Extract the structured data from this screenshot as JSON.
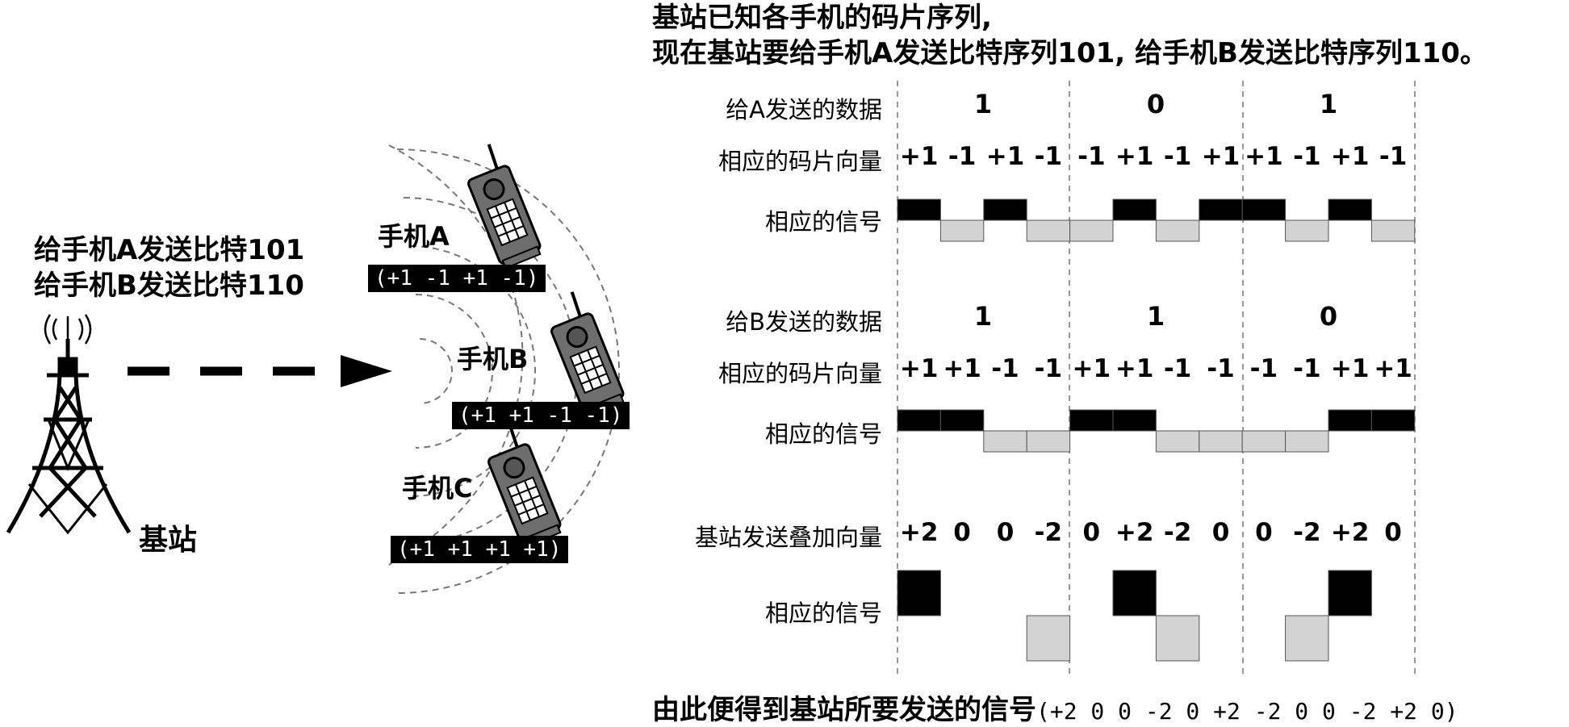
{
  "title_line1": "基站已知各手机的码片序列,",
  "title_line2": "现在基站要给手机A发送比特序列101, 给手机B发送比特序列110。",
  "left": {
    "send_a": "给手机A发送比特101",
    "send_b": "给手机B发送比特110",
    "station_label": "基站"
  },
  "phones": [
    {
      "label": "手机A",
      "code": "(+1 -1 +1 -1)"
    },
    {
      "label": "手机B",
      "code": "(+1 +1 -1 -1)"
    },
    {
      "label": "手机C",
      "code": "(+1 +1 +1 +1)"
    }
  ],
  "rows": {
    "data_a_label": "给A发送的数据",
    "bits_a": [
      "1",
      "0",
      "1"
    ],
    "chip_label": "相应的码片向量",
    "chips_a": [
      "+1",
      "-1",
      "+1",
      "-1",
      "-1",
      "+1",
      "-1",
      "+1",
      "+1",
      "-1",
      "+1",
      "-1"
    ],
    "signal_label": "相应的信号",
    "data_b_label": "给B发送的数据",
    "bits_b": [
      "1",
      "1",
      "0"
    ],
    "chips_b": [
      "+1",
      "+1",
      "-1",
      "-1",
      "+1",
      "+1",
      "-1",
      "-1",
      "-1",
      "-1",
      "+1",
      "+1"
    ],
    "sum_label": "基站发送叠加向量",
    "sum": [
      "+2",
      "0",
      "0",
      "-2",
      "0",
      "+2",
      "-2",
      "0",
      "0",
      "-2",
      "+2",
      "0"
    ]
  },
  "footer_text": "由此便得到基站所要发送的信号",
  "footer_seq": "(+2 0 0 -2 0 +2 -2 0 0 -2 +2 0)",
  "colors": {
    "positive": "#000000",
    "negative": "#d3d3d3"
  }
}
